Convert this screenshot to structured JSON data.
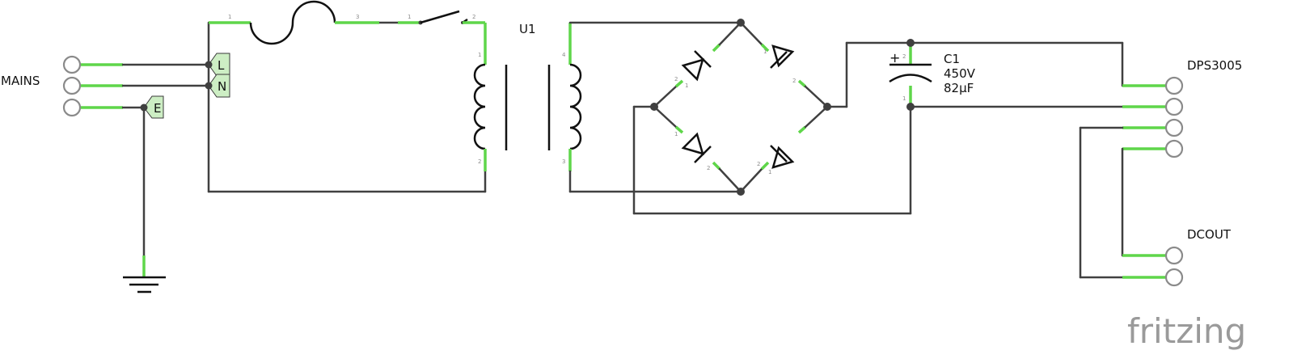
{
  "labels": {
    "mains": "MAINS",
    "transformer": "U1",
    "capacitor_ref": "C1",
    "capacitor_voltage": "450V",
    "capacitor_value": "82µF",
    "capacitor_polarity": "+",
    "psu": "DPS3005",
    "dcout": "DCOUT",
    "mains_live": "L",
    "mains_neutral": "N",
    "mains_earth": "E",
    "logo": "fritzing"
  },
  "pins": {
    "fuse_in": "1",
    "fuse_out": "3",
    "switch_in": "1",
    "switch_out": "2",
    "primary_top": "1",
    "primary_bottom": "2",
    "secondary_top": "4",
    "secondary_bottom": "3",
    "d1_a": "2",
    "d1_b": "1",
    "d2_a": "1",
    "d2_b": "2",
    "d3_a": "1",
    "d3_b": "2",
    "d4_a": "2",
    "d4_b": "1",
    "cap_plus": "2",
    "cap_minus": "1"
  },
  "colors": {
    "wire": "#404040",
    "connector_leg": "#5fd64a",
    "terminal_ring": "#8a8a8a",
    "logo": "#9a9a9a"
  }
}
